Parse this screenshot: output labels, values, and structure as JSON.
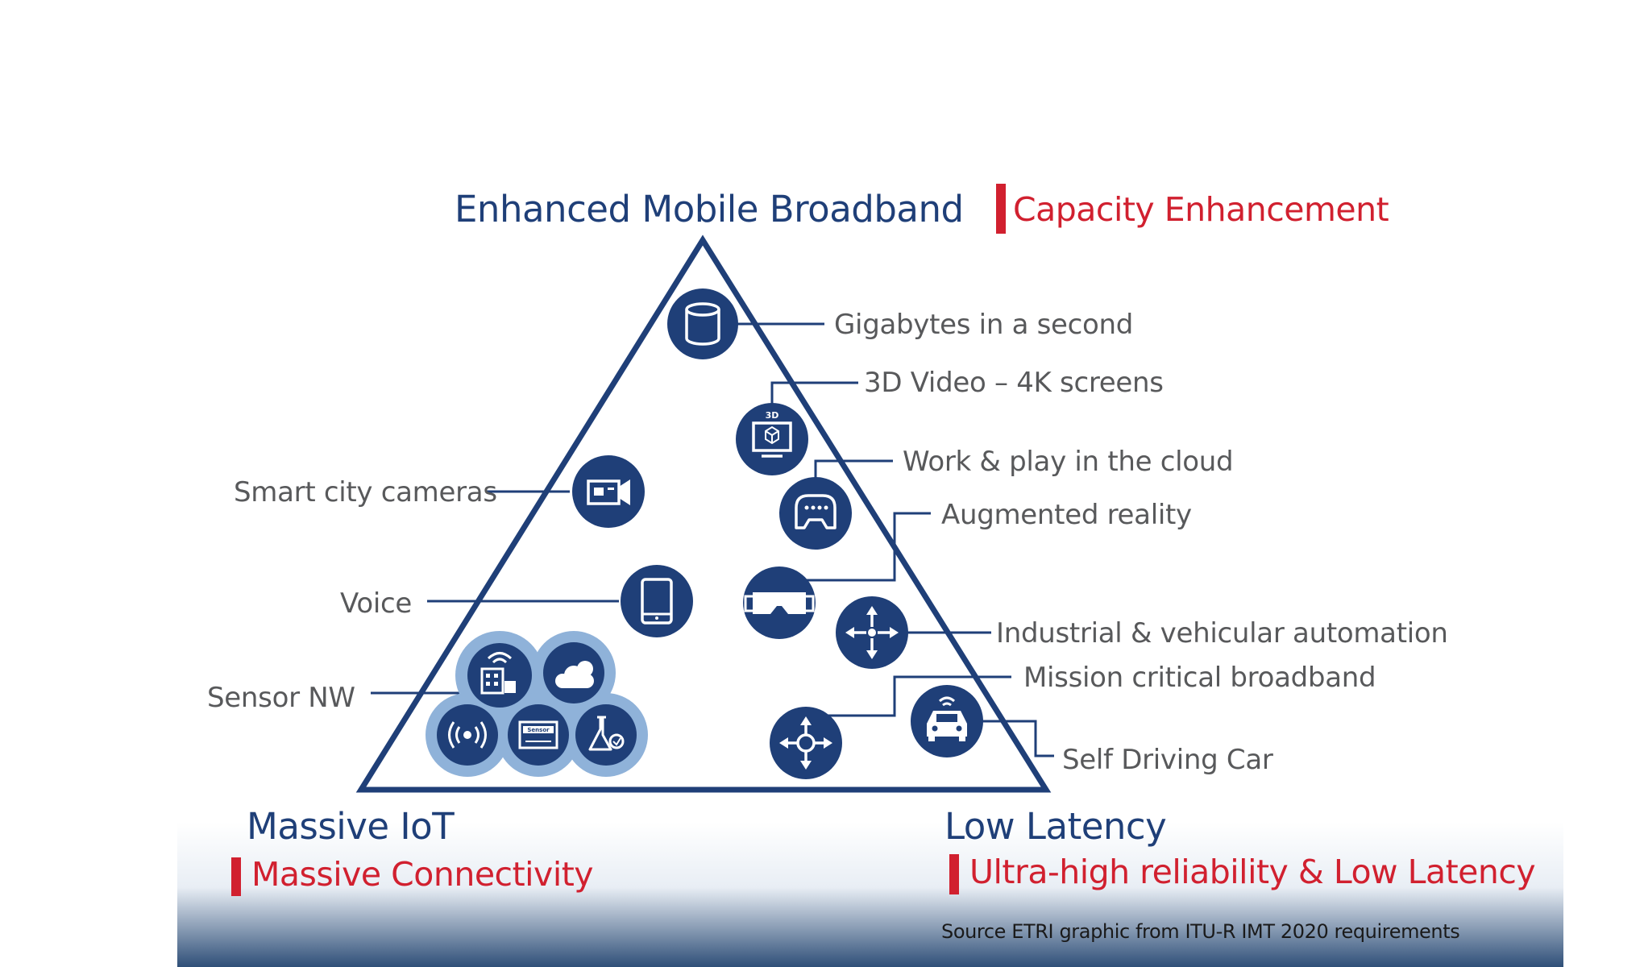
{
  "top": {
    "title": "Enhanced Mobile Broadband",
    "subtitle": "Capacity Enhancement"
  },
  "bottom_left": {
    "title": "Massive IoT",
    "subtitle": "Massive Connectivity"
  },
  "bottom_right": {
    "title": "Low Latency",
    "subtitle": "Ultra-high reliability & Low Latency"
  },
  "labels": {
    "gigabytes": "Gigabytes in a second",
    "video3d": "3D Video – 4K screens",
    "cloud": "Work & play in the cloud",
    "ar": "Augmented reality",
    "industrial": "Industrial & vehicular automation",
    "mission": "Mission critical broadband",
    "selfdriving": "Self Driving Car",
    "cameras": "Smart city cameras",
    "voice": "Voice",
    "sensor": "Sensor NW"
  },
  "icon_text": {
    "badge_3d": "3D",
    "sensor_chip": "Sensor"
  },
  "source": "Source ETRI graphic from ITU-R IMT 2020 requirements",
  "colors": {
    "navy": "#1f3f78",
    "red": "#d1202f",
    "gray_text": "#58595b",
    "sensor_bubble": "#8fb2d9"
  },
  "icons": [
    "database-icon",
    "3d-monitor-icon",
    "gamepad-icon",
    "vr-headset-icon",
    "directional-arrows-icon",
    "car-icon",
    "video-camera-icon",
    "tablet-icon",
    "building-wifi-icon",
    "cloud-icon",
    "signal-icon",
    "sensor-chip-icon",
    "flask-icon"
  ]
}
